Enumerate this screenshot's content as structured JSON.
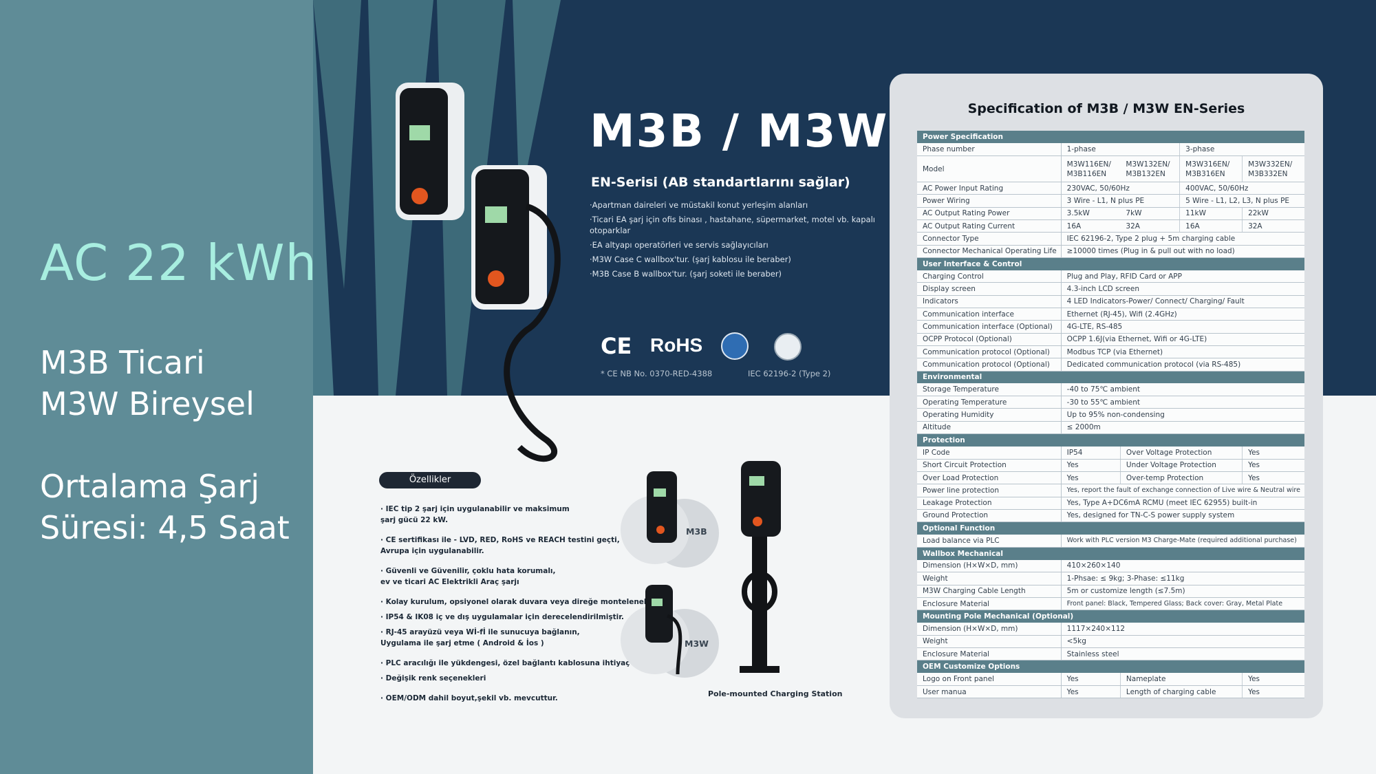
{
  "left": {
    "headline": "AC 22 kWh",
    "model_line_1": "M3B Ticari",
    "model_line_2": "M3W Bireysel",
    "avg_line_1": "Ortalama Şarj",
    "avg_line_2": "Süresi: 4,5 Saat"
  },
  "hero": {
    "title": "M3B / M3W",
    "subtitle": "EN-Serisi (AB standartlarını sağlar)",
    "use_cases": [
      "·Apartman daireleri ve müstakil konut yerleşim alanları",
      "·Ticari EA şarj için ofis binası , hastahane, süpermarket, motel vb. kapalı otoparklar",
      "·EA altyapı operatörleri ve servis sağlayıcıları",
      "·M3W Case C wallbox'tur. (şarj kablosu ile beraber)",
      "·M3B Case B wallbox'tur. (şarj soketi ile beraber)"
    ],
    "cert_ce": "CE",
    "cert_rohs": "RoHS",
    "cert_note_left": "* CE NB No. 0370-RED-4388",
    "cert_note_right": "IEC 62196-2 (Type 2)"
  },
  "features": {
    "heading": "Özellikler",
    "items": [
      "· IEC tip 2 şarj için uygulanabilir ve maksimum\n  şarj gücü 22 kW.",
      "· CE sertifikası ile - LVD, RED, RoHS ve REACH testini geçti,\n  Avrupa için uygulanabilir.",
      "· Güvenli ve Güvenilir, çoklu hata korumalı,\n  ev ve ticari AC Elektrikli Araç şarjı",
      "· Kolay kurulum, opsiyonel olarak duvara veya direğe montelenebilir.",
      "· IP54 & IK08 iç ve dış uygulamalar için derecelendirilmiştir.",
      "· RJ-45 arayüzü veya Wİ-fİ ile sunucuya bağlanın,\n  Uygulama ile şarj etme ( Android & İos )",
      "· PLC aracılığı ile yükdengesi, özel bağlantı kablosuna ihtiyaç duymaz.",
      "· Değişik renk seçenekleri",
      "· OEM/ODM dahil boyut,şekil vb. mevcuttur."
    ],
    "label_m3b": "M3B",
    "label_m3w": "M3W",
    "pole_caption": "Pole-mounted Charging Station"
  },
  "spec": {
    "title": "Specification of M3B / M3W EN-Series",
    "sections": {
      "power": "Power Specification",
      "ui": "User Interface & Control",
      "env": "Environmental",
      "protection": "Protection",
      "optional": "Optional Function",
      "wallbox": "Wallbox Mechanical",
      "pole": "Mounting Pole Mechanical (Optional)",
      "oem": "OEM Customize Options"
    },
    "power": {
      "phase_k": "Phase number",
      "phase_1": "1-phase",
      "phase_3": "3-phase",
      "model_k": "Model",
      "model_a": "M3W116EN/\nM3B116EN",
      "model_b": "M3W132EN/\nM3B132EN",
      "model_c": "M3W316EN/\nM3B316EN",
      "model_d": "M3W332EN/\nM3B332EN",
      "input_k": "AC Power Input Rating",
      "input_1": "230VAC, 50/60Hz",
      "input_3": "400VAC, 50/60Hz",
      "wiring_k": "Power Wiring",
      "wiring_1": "3 Wire - L1, N plus PE",
      "wiring_3": "5 Wire - L1, L2, L3, N plus PE",
      "out_power_k": "AC Output Rating Power",
      "op_a": "3.5kW",
      "op_b": "7kW",
      "op_c": "11kW",
      "op_d": "22kW",
      "out_current_k": "AC Output Rating Current",
      "oc_a": "16A",
      "oc_b": "32A",
      "oc_c": "16A",
      "oc_d": "32A",
      "conn_type_k": "Connector Type",
      "conn_type_v": "IEC 62196-2, Type 2 plug + 5m charging cable",
      "conn_life_k": "Connector Mechanical Operating Life",
      "conn_life_v": "≥10000 times (Plug in & pull out with no load)"
    },
    "ui": [
      [
        "Charging Control",
        "Plug and Play, RFID Card or APP"
      ],
      [
        "Display screen",
        "4.3-inch LCD screen"
      ],
      [
        "Indicators",
        "4 LED Indicators-Power/ Connect/ Charging/ Fault"
      ],
      [
        "Communication interface",
        "Ethernet (RJ-45), Wifi (2.4GHz)"
      ],
      [
        "Communication interface (Optional)",
        "4G-LTE, RS-485"
      ],
      [
        "OCPP Protocol (Optional)",
        "OCPP 1.6J(via Ethernet, Wifi or 4G-LTE)"
      ],
      [
        "Communication protocol (Optional)",
        "Modbus TCP (via Ethernet)"
      ],
      [
        "Communication protocol (Optional)",
        "Dedicated communication protocol (via RS-485)"
      ]
    ],
    "env": [
      [
        "Storage Temperature",
        "-40 to 75℃ ambient"
      ],
      [
        "Operating Temperature",
        "-30 to 55℃ ambient"
      ],
      [
        "Operating Humidity",
        "Up to 95% non-condensing"
      ],
      [
        "Altitude",
        "≤ 2000m"
      ]
    ],
    "protection": {
      "ip_k": "IP Code",
      "ip_v": "IP54",
      "ov_k": "Over Voltage Protection",
      "ov_v": "Yes",
      "sc_k": "Short Circuit Protection",
      "sc_v": "Yes",
      "uv_k": "Under Voltage Protection",
      "uv_v": "Yes",
      "ol_k": "Over Load Protection",
      "ol_v": "Yes",
      "ot_k": "Over-temp Protection",
      "ot_v": "Yes",
      "pl_k": "Power line protection",
      "pl_v": "Yes, report the fault of exchange connection of Live wire & Neutral wire",
      "lk_k": "Leakage Protection",
      "lk_v": "Yes, Type A+DC6mA RCMU (meet IEC 62955) built-in",
      "gr_k": "Ground Protection",
      "gr_v": "Yes, designed for TN-C-S power supply system"
    },
    "optional": {
      "k": "Load balance via PLC",
      "v": "Work with PLC version M3 Charge-Mate (required additional purchase)"
    },
    "wallbox": [
      [
        "Dimension (H×W×D, mm)",
        "410×260×140"
      ],
      [
        "Weight",
        "1-Phsae: ≤ 9kg; 3-Phase: ≤11kg"
      ],
      [
        "M3W Charging Cable Length",
        "5m or customize length (≤7.5m)"
      ],
      [
        "Enclosure Material",
        "Front panel: Black, Tempered Glass; Back cover: Gray, Metal Plate"
      ]
    ],
    "pole": [
      [
        "Dimension (H×W×D, mm)",
        "1117×240×112"
      ],
      [
        "Weight",
        "<5kg"
      ],
      [
        "Enclosure Material",
        "Stainless steel"
      ]
    ],
    "oem": {
      "logo_k": "Logo on Front panel",
      "logo_v": "Yes",
      "np_k": "Nameplate",
      "np_v": "Yes",
      "um_k": "User manua",
      "um_v": "Yes",
      "cl_k": "Length of charging cable",
      "cl_v": "Yes"
    }
  },
  "colors": {
    "left_panel": "#5f8c97",
    "headline": "#a8eee0",
    "dark_band": "#1b3755",
    "section_bar": "#5a7f8a",
    "spec_card": "#dde0e4"
  }
}
